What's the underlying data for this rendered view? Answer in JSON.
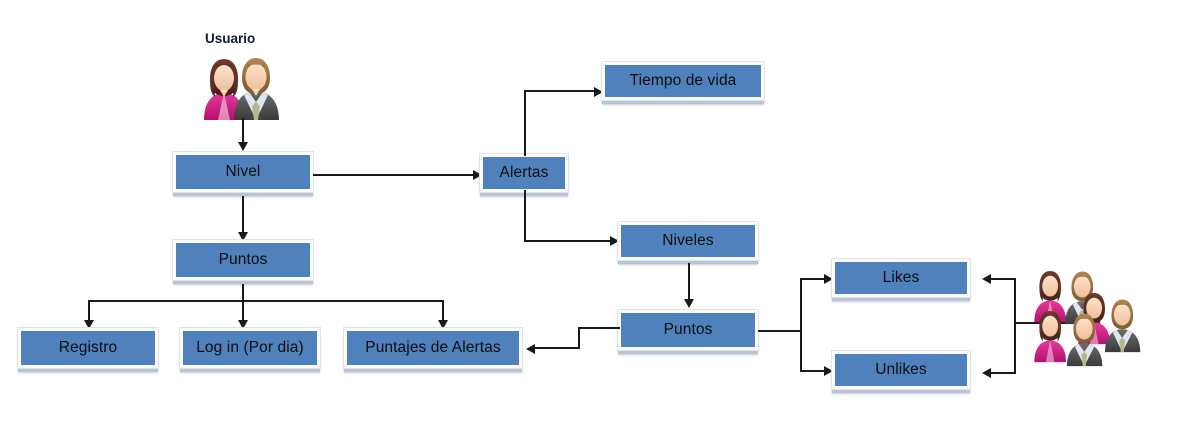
{
  "diagram": {
    "title": "Usuario",
    "background": "#ffffff",
    "node_fill": "#4F81BD",
    "node_border": "#FBFBFB",
    "connector_color": "#1a1a1a",
    "caption_color": "#0f1b2e"
  },
  "captions": [
    {
      "id": "usuario",
      "text": "Usuario"
    }
  ],
  "icons": [
    {
      "id": "usuario-icon",
      "name": "two-people-icon",
      "count": 2
    },
    {
      "id": "usuarios-icon",
      "name": "group-of-people-icon",
      "count": 4
    }
  ],
  "nodes": [
    {
      "id": "nivel",
      "label": "Nivel"
    },
    {
      "id": "puntos-izq",
      "label": "Puntos"
    },
    {
      "id": "registro",
      "label": "Registro"
    },
    {
      "id": "login",
      "label": "Log in (Por dia)"
    },
    {
      "id": "puntajes-alertas",
      "label": "Puntajes de Alertas"
    },
    {
      "id": "alertas",
      "label": "Alertas"
    },
    {
      "id": "tiempo-de-vida",
      "label": "Tiempo de vida"
    },
    {
      "id": "niveles",
      "label": "Niveles"
    },
    {
      "id": "puntos-der",
      "label": "Puntos"
    },
    {
      "id": "likes",
      "label": "Likes"
    },
    {
      "id": "unlikes",
      "label": "Unlikes"
    }
  ],
  "edges": [
    {
      "from": "usuario-icon",
      "to": "nivel",
      "style": "straight-down"
    },
    {
      "from": "nivel",
      "to": "puntos-izq",
      "style": "straight-down"
    },
    {
      "from": "nivel",
      "to": "alertas",
      "style": "straight-right"
    },
    {
      "from": "puntos-izq",
      "to": "registro",
      "style": "fan-down"
    },
    {
      "from": "puntos-izq",
      "to": "login",
      "style": "fan-down"
    },
    {
      "from": "puntos-izq",
      "to": "puntajes-alertas",
      "style": "fan-down"
    },
    {
      "from": "alertas",
      "to": "tiempo-de-vida",
      "style": "elbow-up-right"
    },
    {
      "from": "alertas",
      "to": "niveles",
      "style": "elbow-down-right"
    },
    {
      "from": "niveles",
      "to": "puntos-der",
      "style": "straight-down"
    },
    {
      "from": "puntos-der",
      "to": "puntajes-alertas",
      "style": "elbow-left"
    },
    {
      "from": "puntos-der",
      "to": "likes",
      "style": "fan-right"
    },
    {
      "from": "puntos-der",
      "to": "unlikes",
      "style": "fan-right"
    },
    {
      "from": "usuarios-icon",
      "to": "likes",
      "style": "elbow-left"
    },
    {
      "from": "usuarios-icon",
      "to": "unlikes",
      "style": "elbow-left"
    }
  ]
}
